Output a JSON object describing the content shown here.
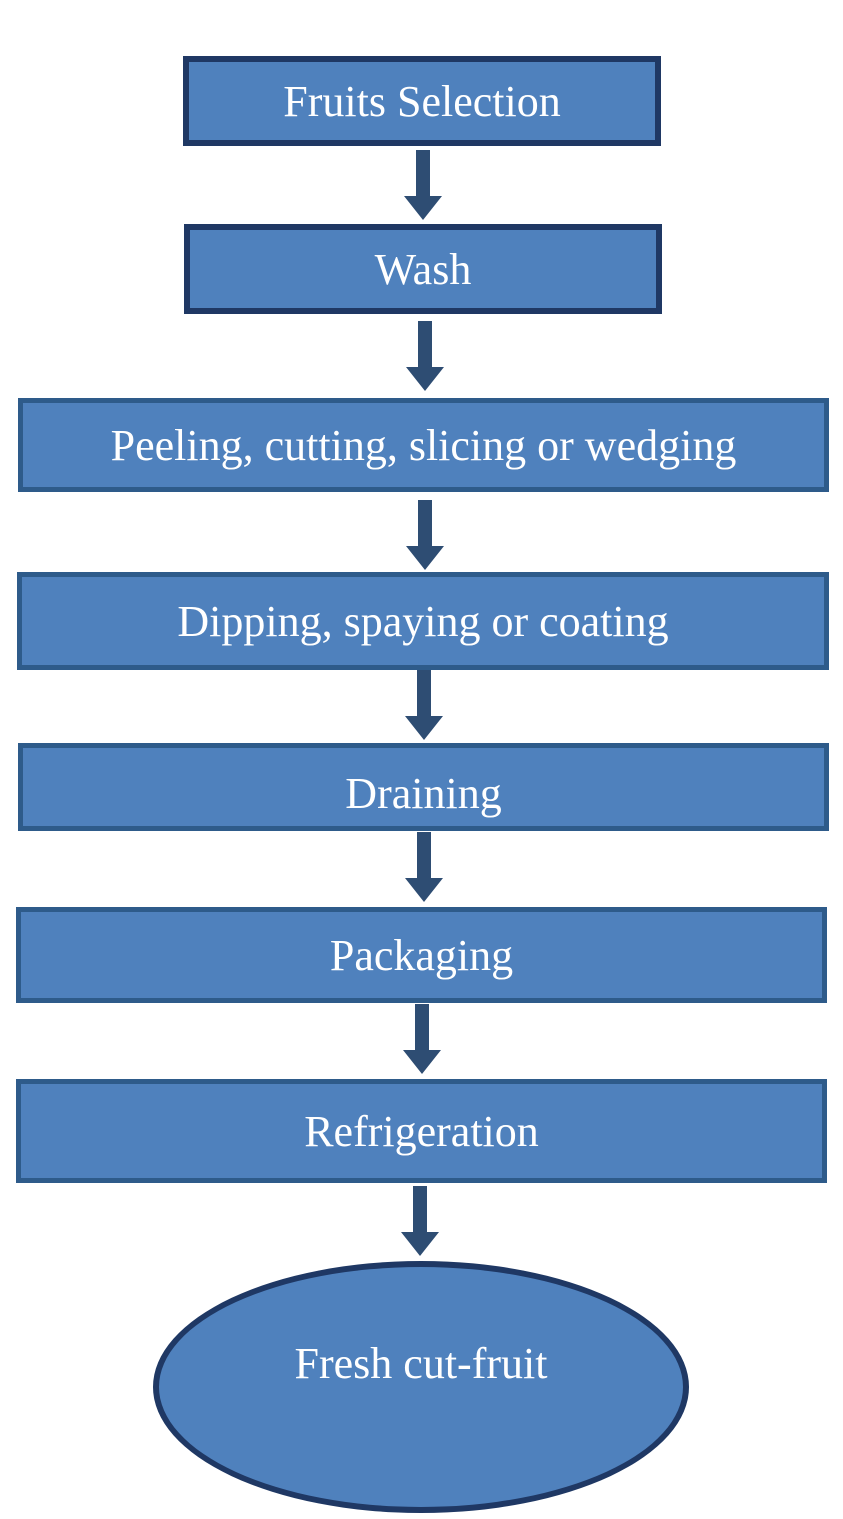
{
  "flowchart": {
    "steps": [
      {
        "label": "Fruits Selection"
      },
      {
        "label": "Wash"
      },
      {
        "label": "Peeling, cutting, slicing or wedging"
      },
      {
        "label": "Dipping, spaying or coating"
      },
      {
        "label": "Draining"
      },
      {
        "label": "Packaging"
      },
      {
        "label": "Refrigeration"
      }
    ],
    "result": {
      "label": "Fresh cut-fruit"
    },
    "colors": {
      "box_fill": "#4f81bd",
      "box_border": "#1f3864",
      "arrow": "#2e4d73",
      "text": "#ffffff"
    }
  }
}
